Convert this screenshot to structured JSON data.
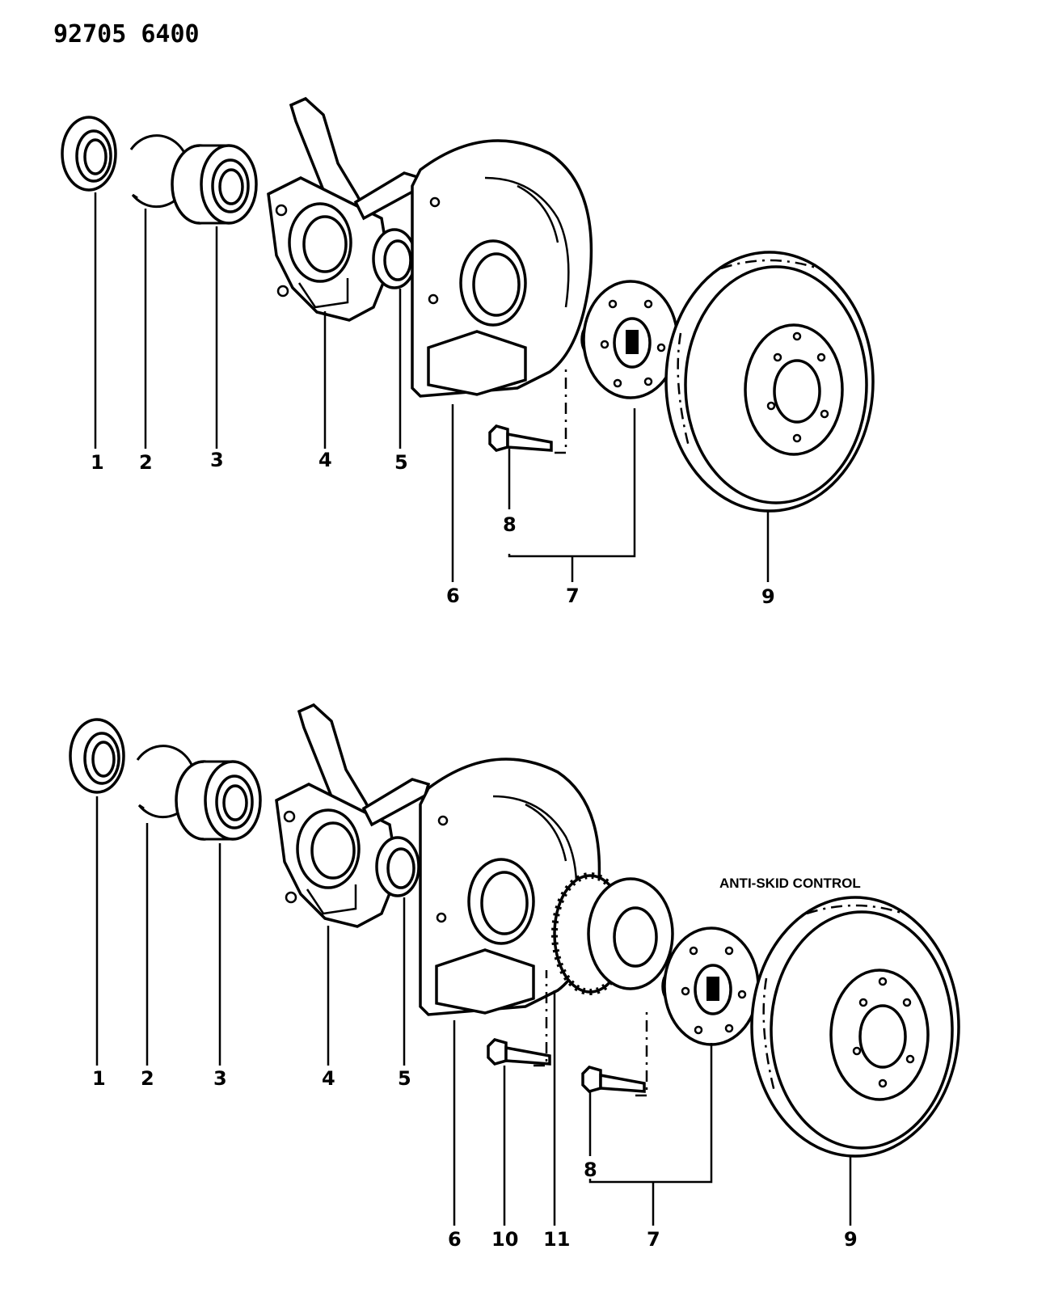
{
  "diagram": {
    "code": "92705 6400",
    "note": "ANTI-SKID CONTROL",
    "top_labels": [
      "1",
      "2",
      "3",
      "4",
      "5",
      "6",
      "7",
      "8",
      "9"
    ],
    "bottom_labels": [
      "1",
      "2",
      "3",
      "4",
      "5",
      "6",
      "10",
      "11",
      "8",
      "7",
      "9"
    ]
  },
  "icons": {
    "seal": "oil-seal-icon",
    "ring": "snap-ring-icon",
    "bearing": "wheel-bearing-icon",
    "knuckle": "steering-knuckle-icon",
    "shield": "dust-shield-icon",
    "hub": "wheel-hub-icon",
    "rotor": "brake-disc-icon",
    "rotor_ring": "abs-rotor-ring-icon",
    "bolt": "bolt-icon"
  }
}
